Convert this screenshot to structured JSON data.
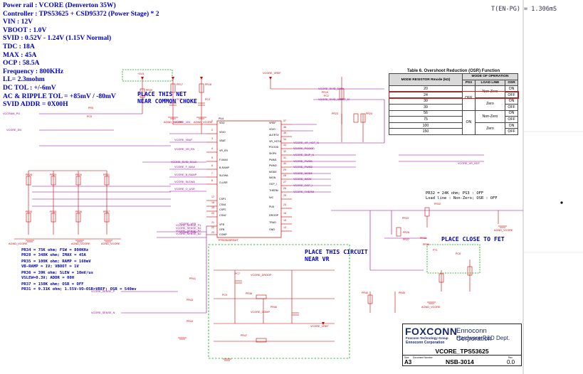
{
  "spec": {
    "lines": [
      "Power rail : VCORE (Denverton 35W)",
      "Controller : TPS53625 + CSD95372 (Power Stage) * 2",
      "VIN : 12V",
      "VBOOT : 1.0V",
      "SVID : 0.52V - 1.24V (1.15V Normal)",
      "TDC : 18A",
      "MAX : 45A",
      "OCP : 58.5A",
      "Frequency : 800KHz",
      "LL= 2.3mohm",
      "DC TOL : +/-6mV",
      "AC & RIPPLE TOL = +85mV / -80mV",
      "SVID ADDR = 0X00H"
    ]
  },
  "timing": "T(EN-PG) = 1.306mS",
  "notes": {
    "place_net": [
      "PLACE THIS NET",
      "NEAR COMMON CHOKE"
    ],
    "place_circuit": [
      "PLACE THIS CIRCUIT",
      "NEAR VR"
    ],
    "place_fet": "PLACE CLOSE TO FET",
    "pr32_note": [
      "PR32 = 24K ohm; PS3 : OFF",
      "Load line : Non-Zero; OSR : OFF"
    ]
  },
  "resistor_notes": [
    [
      "PR34 = 75K ohm; FSW = 800KHz",
      "PR28 = 348K ohm; IMAX = 45A"
    ],
    [
      "PR35 = 100K ohm; RAMP = 160mV",
      "VB-RAMP = 1V; VBOOT = 1V"
    ],
    [
      "PR36 = 39K ohm; SLEW = 10mV/us",
      "VSLEW=0.3V; ADDR = 00H"
    ],
    [
      "PR37 = 150K ohm; OSR = OFF",
      "PR31 = 9.31K ohm; 1.55V-VO-OSR<VREF; OSR = 540mv"
    ]
  ],
  "osr_table": {
    "title": "Table 6. Overshoot Reduction (OSR) Function",
    "header_mode": "MODE",
    "header_resistor": "MODE RESISTOR Rmode (kΩ)",
    "header_operation": "MODE OF OPERATION",
    "header_ps3": "PS3",
    "header_loadline": "LOAD LINE",
    "header_osr": "OSR",
    "rows": [
      {
        "r": "20",
        "osr": "ON"
      },
      {
        "r": "24",
        "osr": "OFF"
      },
      {
        "r": "30",
        "osr": "ON"
      },
      {
        "r": "39",
        "osr": "OFF"
      },
      {
        "r": "56",
        "osr": "ON"
      },
      {
        "r": "75",
        "osr": "OFF"
      },
      {
        "r": "100",
        "osr": "ON"
      },
      {
        "r": "150",
        "osr": "OFF"
      }
    ],
    "ps3_off": "OFF",
    "ps3_on": "ON",
    "ll_nonzero": "Non-Zero",
    "ll_zero": "Zero",
    "highlight_row": "24"
  },
  "ic": {
    "name": "PU4",
    "part": "TPS53625RSMT",
    "left_pins": [
      {
        "num": "1",
        "name": "VDD"
      },
      {
        "num": "2",
        "name": "VDIO"
      },
      {
        "num": "3",
        "name": "VBAT"
      },
      {
        "num": "4",
        "name": "VR_EN"
      },
      {
        "num": "5",
        "name": "F-IMAX"
      },
      {
        "num": "6",
        "name": "B-RAMP"
      },
      {
        "num": "7",
        "name": "SLEWA"
      },
      {
        "num": "8",
        "name": "O-USR"
      },
      {
        "num": "17",
        "name": "CSP1"
      },
      {
        "num": "18",
        "name": "CSN1"
      },
      {
        "num": "19",
        "name": "CSP2"
      },
      {
        "num": "20",
        "name": "CSN2"
      },
      {
        "num": "21",
        "name": "VFB"
      },
      {
        "num": "22",
        "name": "GFB"
      },
      {
        "num": "23",
        "name": "COMP"
      }
    ],
    "right_pins": [
      {
        "num": "37",
        "name": "VREF"
      },
      {
        "num": "36",
        "name": "VDIO"
      },
      {
        "num": "35",
        "name": "ALERT#"
      },
      {
        "num": "34",
        "name": "VR_HOT#"
      },
      {
        "num": "33",
        "name": "PGOOD"
      },
      {
        "num": "32",
        "name": "SKIP#"
      },
      {
        "num": "31",
        "name": "PWM1"
      },
      {
        "num": "30",
        "name": "PWM2"
      },
      {
        "num": "29",
        "name": "MODE"
      },
      {
        "num": "28",
        "name": "IMON"
      },
      {
        "num": "27",
        "name": "OCP_I"
      },
      {
        "num": "26",
        "name": "THERM"
      },
      {
        "num": "25",
        "name": "N/C"
      },
      {
        "num": "24",
        "name": "PU5"
      },
      {
        "num": "16",
        "name": "DROOP"
      },
      {
        "num": "15",
        "name": "TRAD"
      },
      {
        "num": "13",
        "name": "GND"
      }
    ]
  },
  "nets": {
    "right": [
      "VCORE_SVID_DATA",
      "VCORE_SVID_ALERT_N",
      "VCORE_VR_HOT_N",
      "VCORE_PGOOD",
      "VCORE_SKIP_N",
      "VCORE_PWM1",
      "VCORE_PWM2",
      "VCORE_MODE",
      "VCORE_IMON",
      "VCORE_OCP_I",
      "VCORE_THERM"
    ],
    "left": [
      "VCORE_VIN",
      "VCORE_VBAT",
      "VCORE_VR_EN",
      "VCORE_F_IMAX",
      "VCORE_B_RAMP",
      "VCORE_SLEWA",
      "VCORE_O_USR",
      "VCORE_SENSE_N1",
      "VCORE_SENSE_P1",
      "VCORE_SENSE_N2",
      "VCORE_SENSE_P2",
      "VCORE_VFB",
      "VCORE_GFB"
    ],
    "vref": "VCORE_VREF",
    "vcore_en": "VCORE_EN",
    "vccram": "VCCRAM_PG",
    "svid_sclk": "VCORE_SVID_SCLK",
    "sense_p": "VCORE_SENSE_P",
    "sense_n": "VCORE_SENSE_N",
    "agnd": "AGND_VCORE",
    "droop": "VCORE_DROOP",
    "comp": "VCORE_COMP",
    "vhot": "VCORE_VR_HOT",
    "vccrail": "+3V3"
  },
  "comp_labels": {
    "top": [
      "PR17",
      "PC3",
      "PR18",
      "PC4",
      "PR19",
      "PC2",
      "PR23",
      "PR24",
      "PR5",
      "PR30",
      "PC5"
    ],
    "mid": [
      "PR28",
      "PR29",
      "PR30",
      "PR31",
      "PR34",
      "PR35",
      "PR36",
      "PR37"
    ],
    "right": [
      "PR32",
      "PR33",
      "PR26",
      "PR27",
      "PR38",
      "PR39",
      "PT1",
      "PC8"
    ],
    "bottom": [
      "PC7",
      "PR38",
      "PC9",
      "PR46",
      "PR47",
      "PR41",
      "PR43",
      "PR44",
      "PR40",
      "PR45"
    ]
  },
  "title_block": {
    "logo": "FOXCONN",
    "sub1": "Foxconn Technology Group",
    "sub2": "Ennoconn Corporation",
    "corp": "Ennoconn Corporation",
    "dept": "Hardware R&D Dept.",
    "title": "VCORE_TPS53625",
    "size_label": "Size",
    "size": "A3",
    "doc_label": "Document Number",
    "doc": "NSB-3014",
    "rev_label": "Rev",
    "rev": "0.0"
  }
}
